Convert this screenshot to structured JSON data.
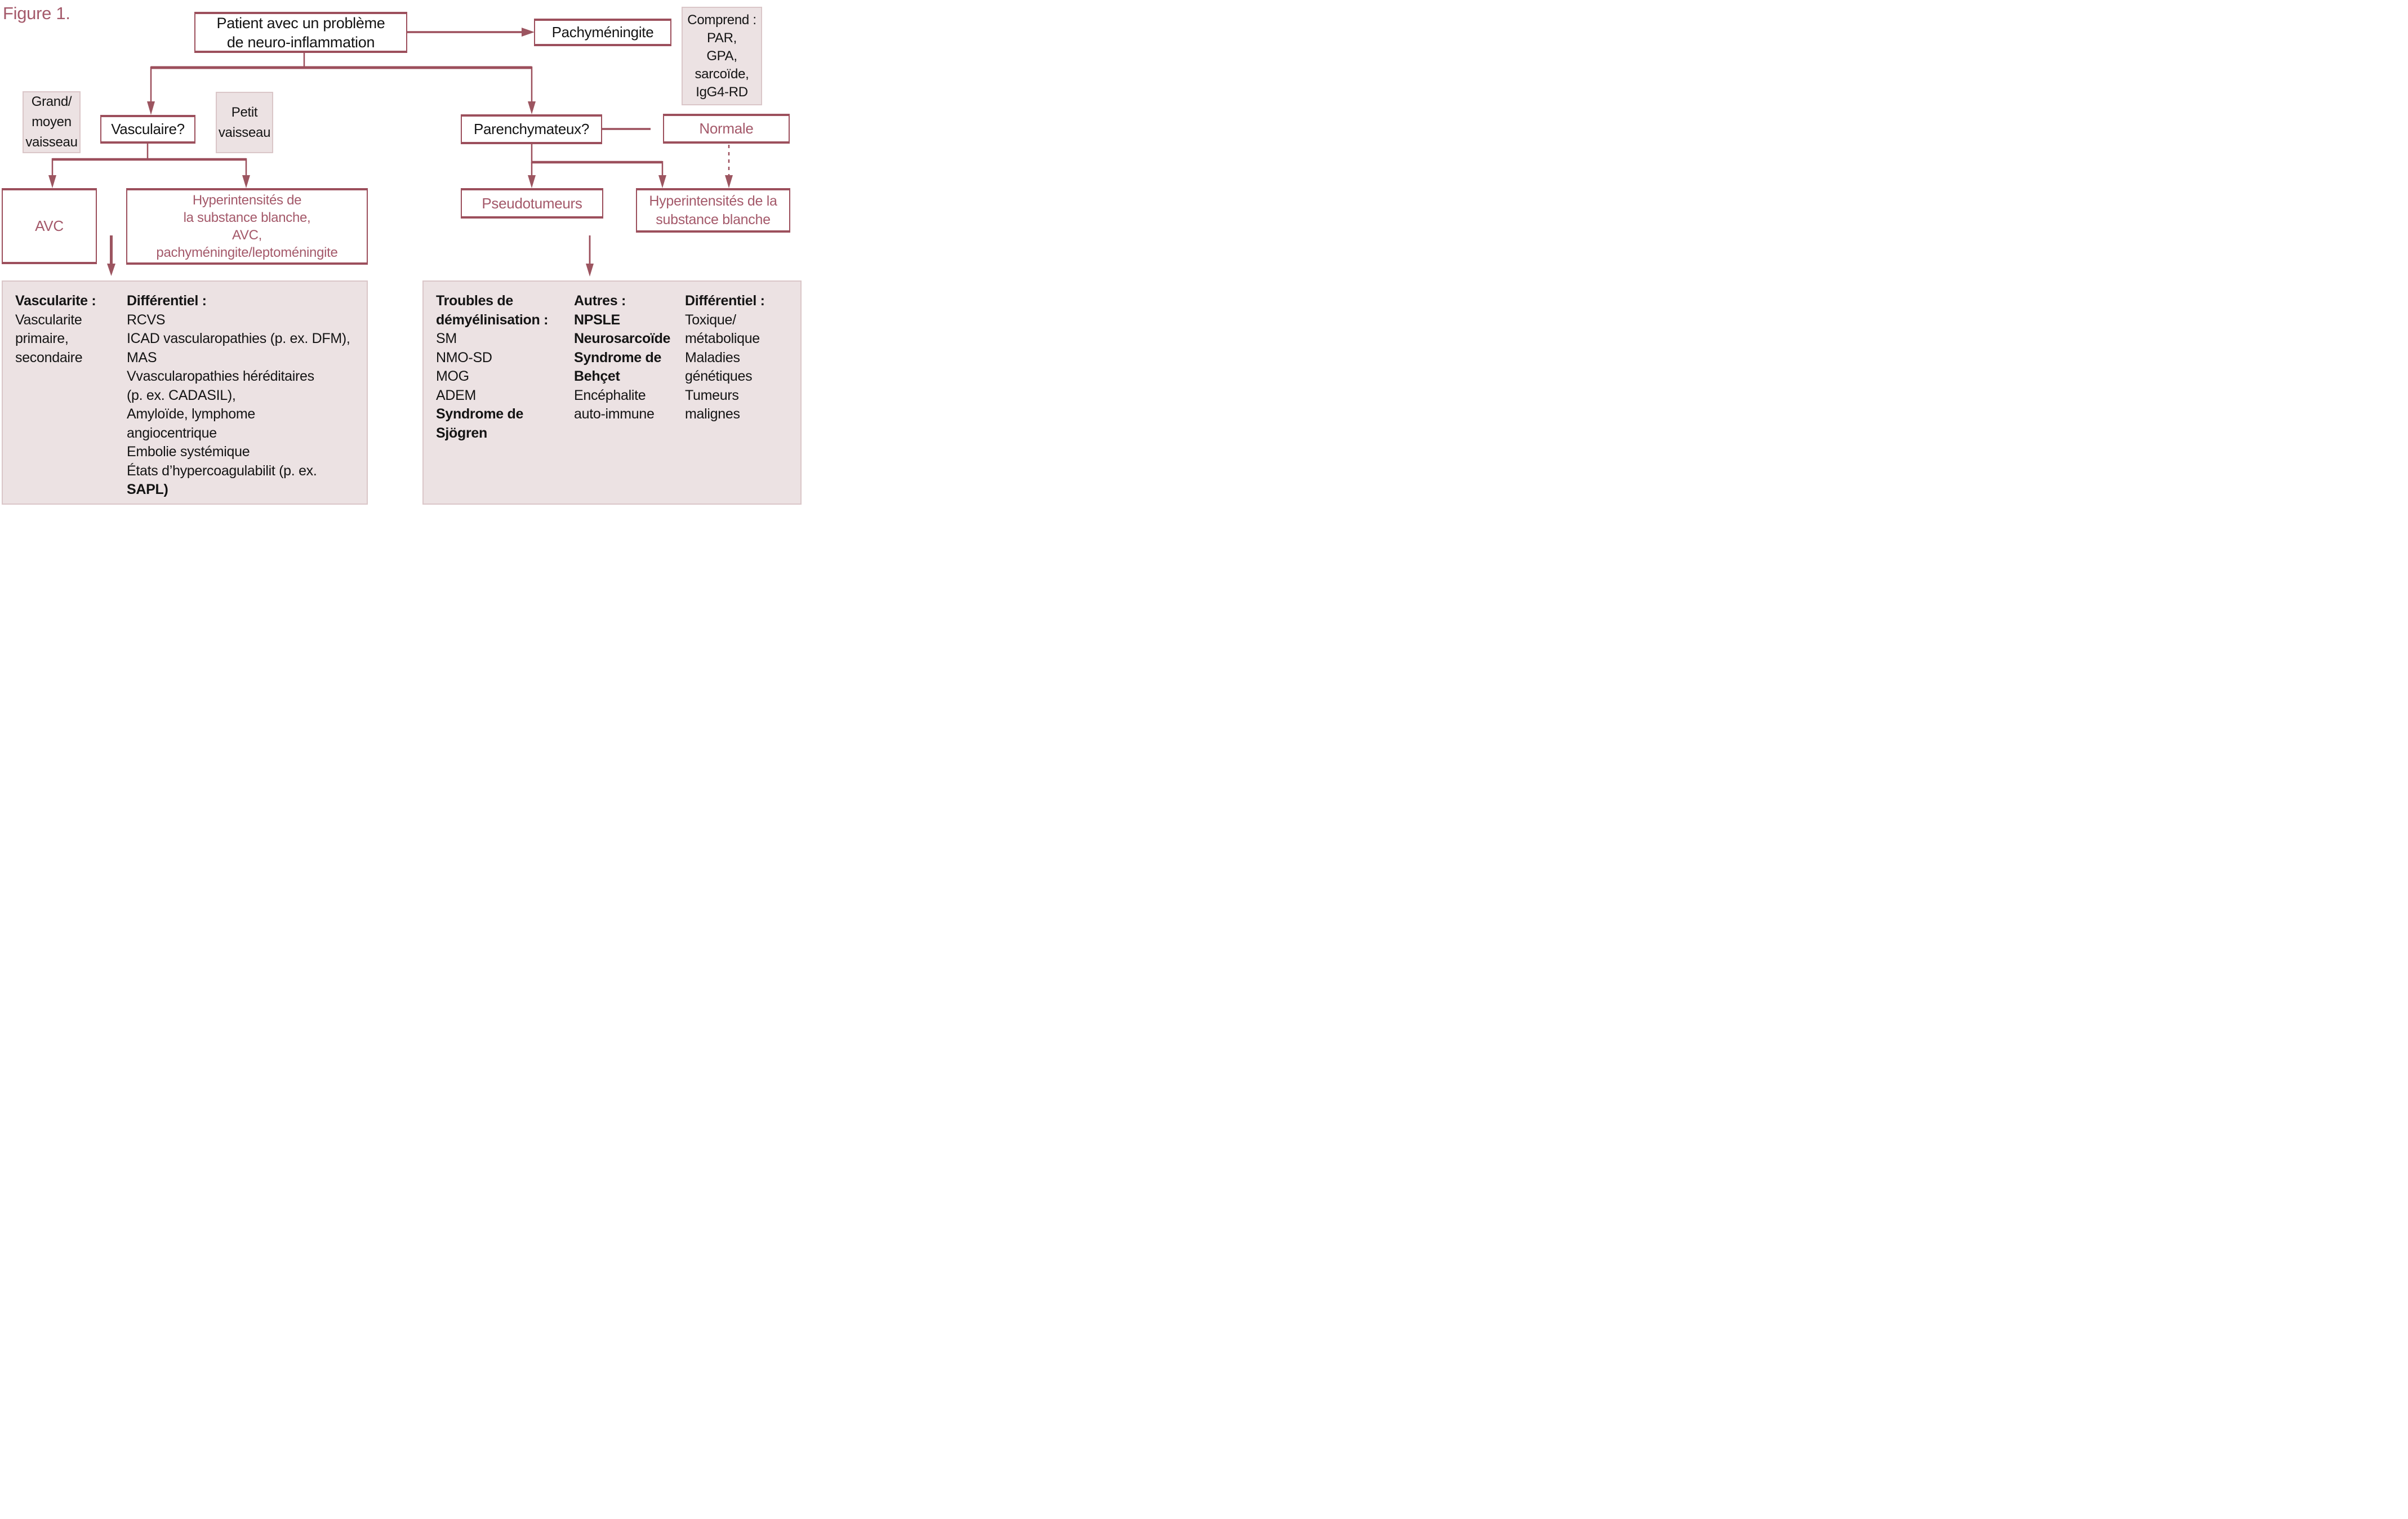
{
  "figure_label": "Figure 1.",
  "colors": {
    "accent_line": "#9c4f5c",
    "red_text": "#a4596a",
    "pink_fill": "#ece2e3",
    "pink_border": "#dac6c8",
    "black_text": "#141414"
  },
  "nodes": {
    "patient": {
      "lines": [
        "Patient avec un problème",
        "de neuro-inflammation"
      ]
    },
    "pachymeningite": {
      "label": "Pachyméningite"
    },
    "comprend": {
      "lines": [
        "Comprend :",
        "PAR,",
        "GPA,",
        "sarcoïde,",
        "IgG4-RD"
      ]
    },
    "grand_moyen": {
      "lines": [
        "Grand/",
        "moyen",
        "vaisseau"
      ]
    },
    "vasculaire": {
      "label": "Vasculaire?"
    },
    "petit": {
      "lines": [
        "Petit",
        "vaisseau"
      ]
    },
    "parenchymateux": {
      "label": "Parenchymateux?"
    },
    "normale": {
      "label": "Normale"
    },
    "avc": {
      "label": "AVC"
    },
    "hyper_left": {
      "lines": [
        "Hyperintensités de",
        "la substance blanche,",
        "AVC,",
        "pachyméningite/leptoméningite"
      ]
    },
    "pseudotumeurs": {
      "label": "Pseudotumeurs"
    },
    "hyper_right": {
      "lines": [
        "Hyperintensités de la",
        "substance blanche"
      ]
    }
  },
  "bottom_left": {
    "col1": {
      "items": [
        {
          "text": "Vascularite :",
          "bold": true
        },
        {
          "text": "Vascularite",
          "bold": false
        },
        {
          "text": "primaire,",
          "bold": false
        },
        {
          "text": "secondaire",
          "bold": false
        }
      ]
    },
    "col2": {
      "items": [
        {
          "text": "Différentiel :",
          "bold": true
        },
        {
          "text": "RCVS",
          "bold": false
        },
        {
          "text": "ICAD vascularopathies (p. ex. DFM),",
          "bold": false
        },
        {
          "text": "MAS",
          "bold": false
        },
        {
          "text": "Vvascularopathies héréditaires",
          "bold": false
        },
        {
          "text": "(p. ex. CADASIL),",
          "bold": false
        },
        {
          "text": "Amyloïde, lymphome",
          "bold": false
        },
        {
          "text": "angiocentrique",
          "bold": false
        },
        {
          "text": "Embolie systémique",
          "bold": false
        },
        {
          "text": "États d’hypercoagulabilit (p. ex.",
          "bold": false
        },
        {
          "text": "SAPL)",
          "bold": true
        }
      ]
    }
  },
  "bottom_right": {
    "col1": {
      "items": [
        {
          "text": "Troubles de",
          "bold": true
        },
        {
          "text": "démyélinisation :",
          "bold": true
        },
        {
          "text": "SM",
          "bold": false
        },
        {
          "text": "NMO-SD",
          "bold": false
        },
        {
          "text": "MOG",
          "bold": false
        },
        {
          "text": "ADEM",
          "bold": false
        },
        {
          "text": "Syndrome de",
          "bold": true
        },
        {
          "text": "Sjögren",
          "bold": true
        }
      ]
    },
    "col2": {
      "items": [
        {
          "text": "Autres :",
          "bold": true
        },
        {
          "text": "NPSLE",
          "bold": true
        },
        {
          "text": "Neurosarcoïde",
          "bold": true
        },
        {
          "text": "Syndrome de",
          "bold": true
        },
        {
          "text": "Behçet",
          "bold": true
        },
        {
          "text": "Encéphalite",
          "bold": false
        },
        {
          "text": "auto-immune",
          "bold": false
        }
      ]
    },
    "col3": {
      "items": [
        {
          "text": "Différentiel :",
          "bold": true
        },
        {
          "text": "Toxique/",
          "bold": false
        },
        {
          "text": "métabolique",
          "bold": false
        },
        {
          "text": "Maladies",
          "bold": false
        },
        {
          "text": "génétiques",
          "bold": false
        },
        {
          "text": "Tumeurs",
          "bold": false
        },
        {
          "text": "malignes",
          "bold": false
        }
      ]
    }
  }
}
